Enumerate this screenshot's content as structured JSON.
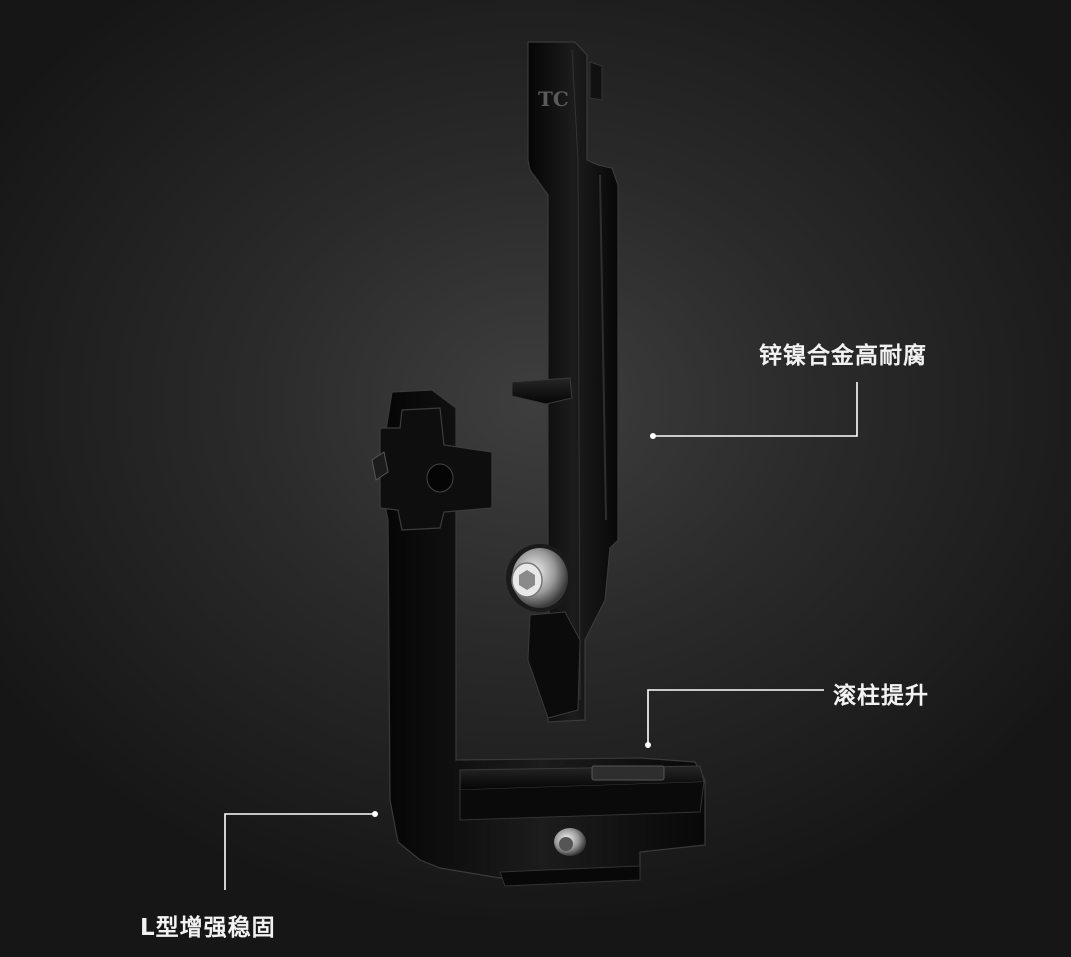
{
  "callouts": [
    {
      "label": "锌镍合金高耐腐"
    },
    {
      "label": "滚柱提升"
    },
    {
      "label": "L型增强稳固"
    }
  ],
  "logo": {
    "text": "TC"
  },
  "colors": {
    "background": "#2a2a2a",
    "metal": "#0d0d0d",
    "label": "#f2f2f2",
    "leader": "#ffffff"
  }
}
